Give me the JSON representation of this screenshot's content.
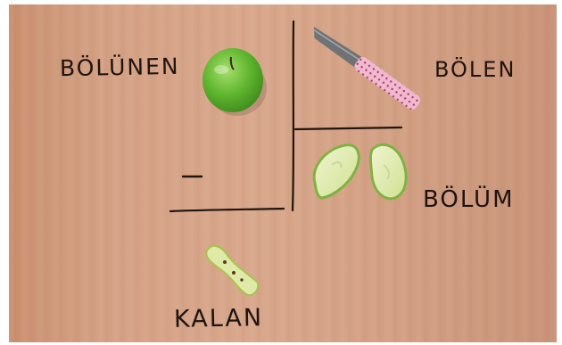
{
  "labels": {
    "dividend": "BÖLÜNEN",
    "divisor": "BÖLEN",
    "quotient": "BÖLÜM",
    "remainder": "KALAN",
    "minus_sign": "−"
  },
  "objects": {
    "whole_apple": "green-apple-icon",
    "knife": "knife-icon",
    "apple_halves": "apple-slice-icon",
    "apple_core": "apple-core-icon"
  },
  "colors": {
    "table": "#d5a184",
    "marker_ink": "#1e1410",
    "apple_green": "#6fbf3a",
    "knife_handle": "#e6a7c2",
    "apple_flesh": "#dfeab2"
  }
}
